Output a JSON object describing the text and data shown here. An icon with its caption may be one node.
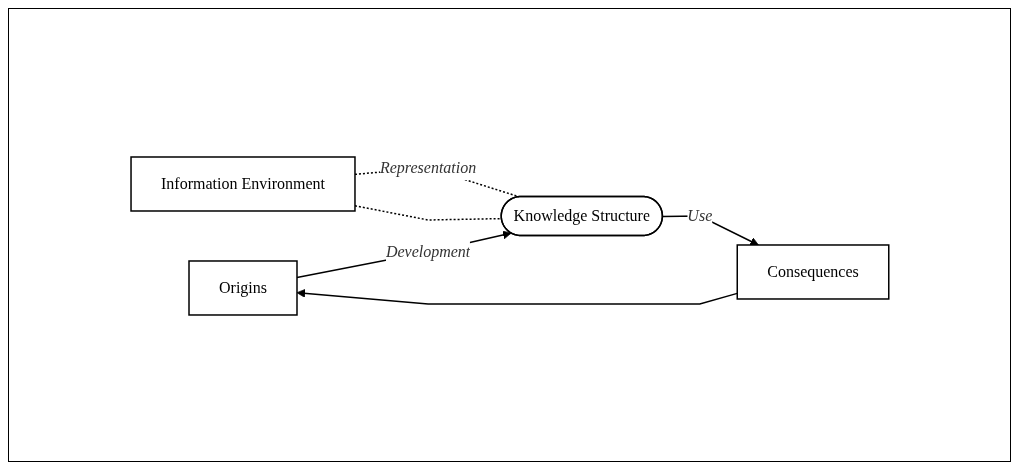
{
  "diagram": {
    "nodes": [
      {
        "text": [
          "Information Environment"
        ]
      },
      {
        "text": [
          "Origins"
        ]
      },
      {
        "text": [
          "Knowledge Structure"
        ]
      },
      {
        "text": [
          "Consequences"
        ]
      }
    ],
    "edges": [
      {
        "from": 0,
        "to": 2,
        "arrow": "none",
        "style": "dashed",
        "label": "Representation"
      },
      {
        "from": 0,
        "to": 2,
        "arrow": "none",
        "style": "dashed"
      },
      {
        "from": 1,
        "to": 2,
        "arrow": "to",
        "label": "Development"
      },
      {
        "from": 2,
        "to": 3,
        "arrow": "to",
        "label": "Use"
      },
      {
        "from": 3,
        "to": 1,
        "arrow": "to"
      }
    ]
  }
}
